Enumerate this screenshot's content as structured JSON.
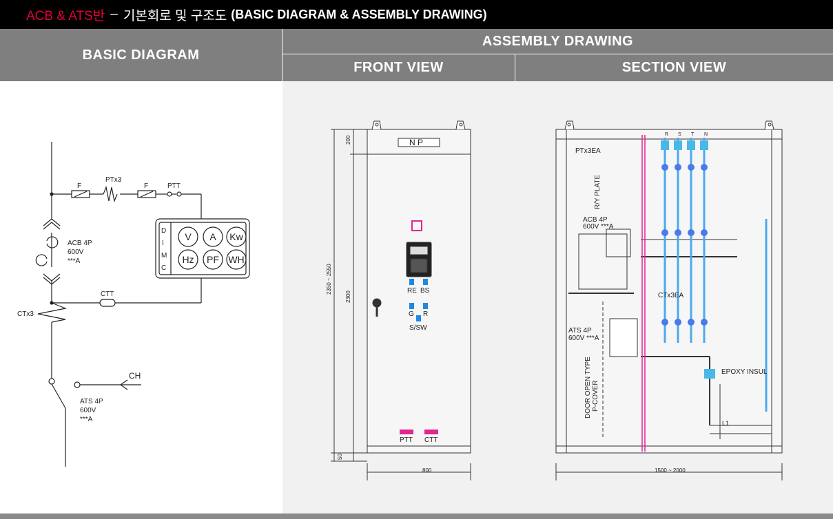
{
  "title": {
    "prefix": "ACB & ATS반",
    "dash": "–",
    "korean": "기본회로 및 구조도",
    "english": "(BASIC DIAGRAM & ASSEMBLY DRAWING)"
  },
  "headers": {
    "basic": "BASIC DIAGRAM",
    "assembly": "ASSEMBLY DRAWING",
    "front": "FRONT VIEW",
    "section": "SECTION VIEW"
  },
  "colors": {
    "accent": "#e4003a",
    "header_bg": "#7f7f7f",
    "title_bg": "#000000",
    "drawing_bg": "#f1f1f1"
  },
  "basic": {
    "f1": "F",
    "ptx3": "PTx3",
    "f2": "F",
    "ptt": "PTT",
    "acb1": "ACB 4P",
    "acb2": "600V",
    "acb3": "***A",
    "ctt": "CTT",
    "ctx3": "CTx3",
    "ch": "CH",
    "ats1": "ATS 4P",
    "ats2": "600V",
    "ats3": "***A",
    "dimc": [
      "D",
      "I",
      "M",
      "C"
    ],
    "meters": [
      "V",
      "A",
      "Kw",
      "Hz",
      "PF",
      "WH"
    ]
  },
  "front": {
    "np": "N  P",
    "dim_200": "200",
    "dim_2300": "2300",
    "dim_total": "2350 ~ 2550",
    "dim_50": "50",
    "width": "800",
    "re": "RE",
    "bs": "BS",
    "g": "G",
    "r": "R",
    "ssw": "S/SW",
    "ptt": "PTT",
    "ctt": "CTT"
  },
  "section": {
    "ptx3ea": "PTx3EA",
    "ryplate": "R/Y PLATE",
    "acb1": "ACB 4P",
    "acb2": "600V ***A",
    "ctx3ea": "CTx3EA",
    "ats1": "ATS 4P",
    "ats2": "600V ***A",
    "door1": "DOOR OPEN TYPE",
    "door2": "P-COVER",
    "epoxy": "EPOXY INSUL",
    "width": "1500 ~ 2000",
    "busbars": [
      "R",
      "S",
      "T",
      "N"
    ],
    "l1": "L1"
  }
}
